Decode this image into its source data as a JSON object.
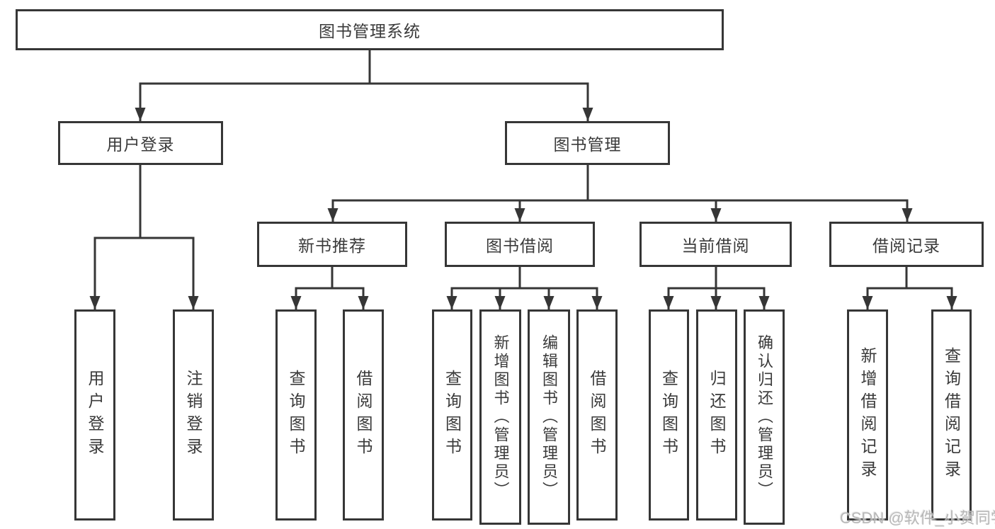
{
  "watermark": "CSDN @软件_小贺同学",
  "colors": {
    "line": "#363636",
    "box_border": "#363636",
    "text": "#3a3a3a",
    "watermark": "#b8b8b8",
    "background": "#ffffff"
  },
  "diagram": {
    "root": {
      "label": "图书管理系统"
    },
    "level2": [
      {
        "label": "用户登录"
      },
      {
        "label": "图书管理"
      }
    ],
    "level3": [
      {
        "label": "新书推荐"
      },
      {
        "label": "图书借阅"
      },
      {
        "label": "当前借阅"
      },
      {
        "label": "借阅记录"
      }
    ],
    "leaves": {
      "user_login": [
        {
          "label": "用户登录"
        },
        {
          "label": "注销登录"
        }
      ],
      "new_book_recommend": [
        {
          "label": "查询图书"
        },
        {
          "label": "借阅图书"
        }
      ],
      "book_borrow": [
        {
          "label": "查询图书"
        },
        {
          "label": "新增图书（管理员）"
        },
        {
          "label": "编辑图书（管理员）"
        },
        {
          "label": "借阅图书"
        }
      ],
      "current_borrow": [
        {
          "label": "查询图书"
        },
        {
          "label": "归还图书"
        },
        {
          "label": "确认归还（管理员）"
        }
      ],
      "borrow_records": [
        {
          "label": "新增借阅记录"
        },
        {
          "label": "查询借阅记录"
        }
      ]
    }
  }
}
